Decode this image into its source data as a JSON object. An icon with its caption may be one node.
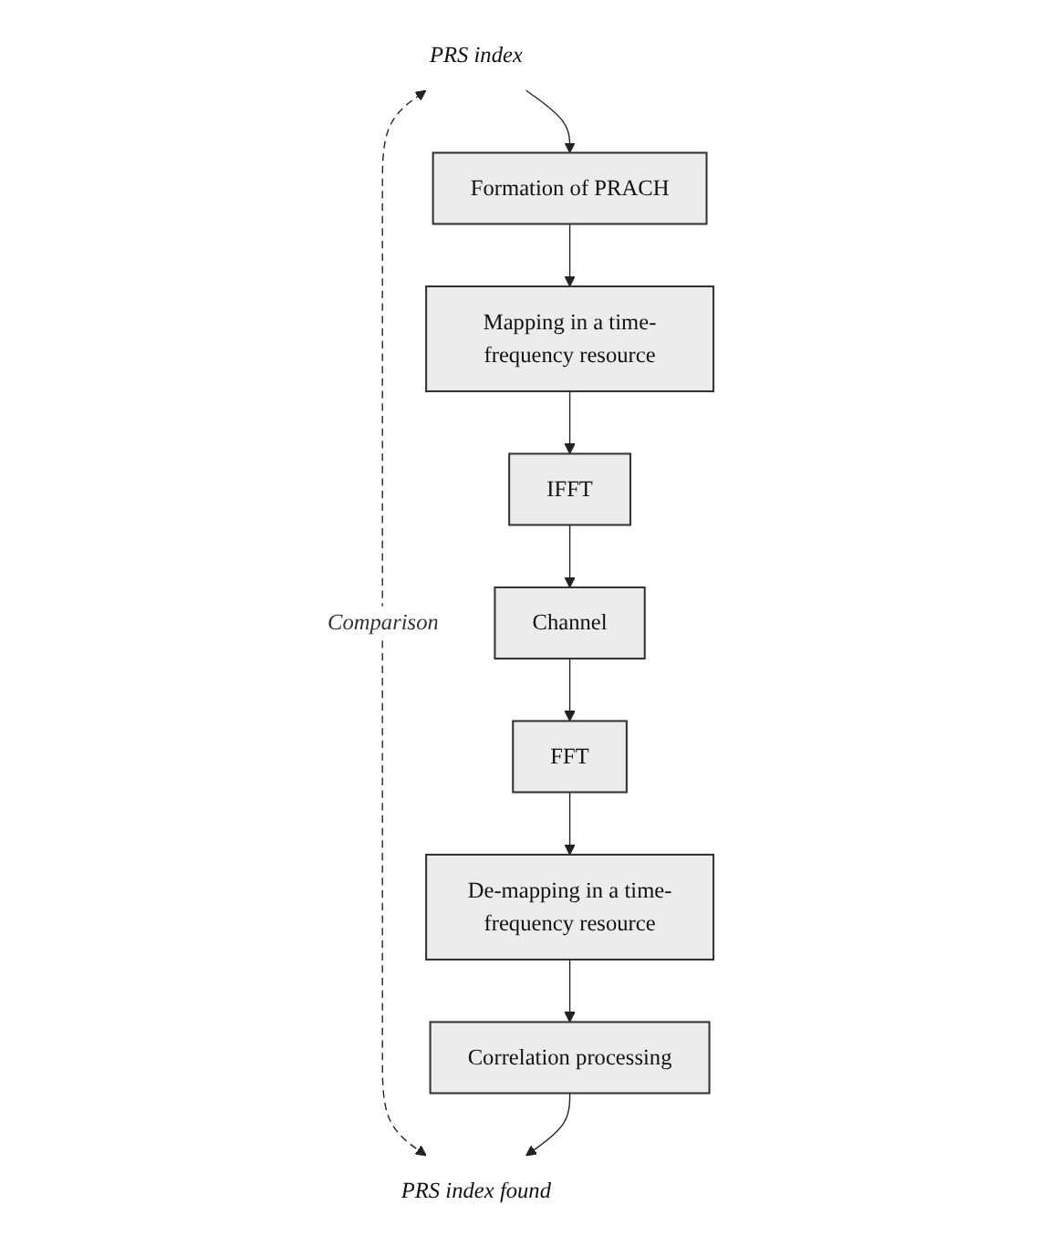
{
  "diagram": {
    "nodes": [
      {
        "text": [
          "PRS index"
        ]
      },
      {
        "text": [
          "PRS index found"
        ]
      },
      {
        "text": [
          "Formation of PRACH"
        ]
      },
      {
        "text": [
          "Mapping in a time-frequency resource"
        ]
      },
      {
        "text": [
          "IFFT"
        ]
      },
      {
        "text": [
          "Channel"
        ]
      },
      {
        "text": [
          "FFT"
        ]
      },
      {
        "text": [
          "De-mapping in a time-frequency resource"
        ]
      },
      {
        "text": [
          "Correlation processing"
        ]
      }
    ],
    "edges": [
      {
        "from": 0,
        "to": 1,
        "arrow": "both",
        "style": "dashed",
        "label": "Comparison"
      },
      {
        "from": 0,
        "to": 2,
        "arrow": "to"
      },
      {
        "from": 2,
        "to": 3,
        "arrow": "to"
      },
      {
        "from": 3,
        "to": 4,
        "arrow": "to"
      },
      {
        "from": 4,
        "to": 5,
        "arrow": "to"
      },
      {
        "from": 5,
        "to": 6,
        "arrow": "to"
      },
      {
        "from": 6,
        "to": 7,
        "arrow": "to"
      },
      {
        "from": 7,
        "to": 8,
        "arrow": "to"
      },
      {
        "from": 8,
        "to": 1,
        "arrow": "to"
      }
    ]
  }
}
